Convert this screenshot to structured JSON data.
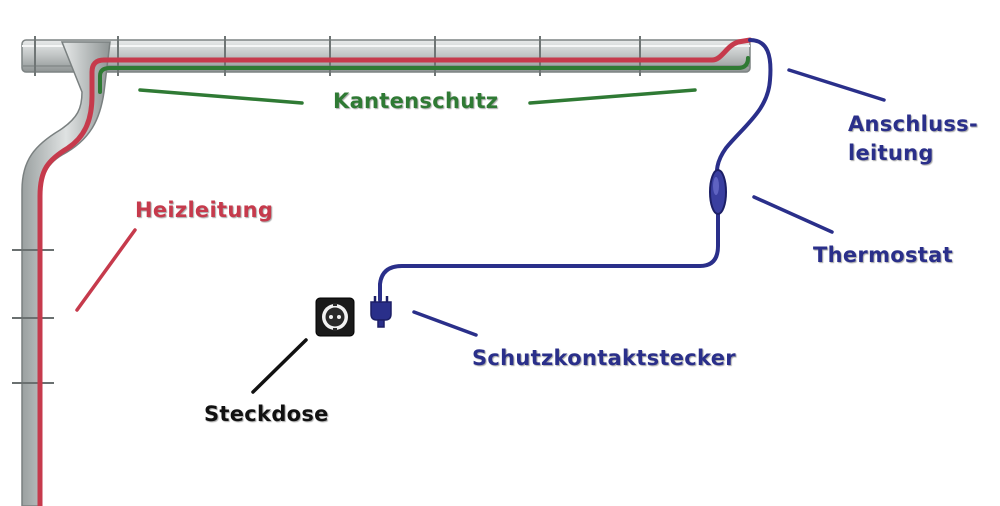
{
  "colors": {
    "heating_cable": "#c63a4c",
    "edge_protection": "#2f7a34",
    "supply_cable": "#2a2f8a",
    "socket_label": "#111111",
    "gutter": "#b9bdbd"
  },
  "icons": {
    "socket": "socket-icon",
    "plug": "plug-icon",
    "thermostat": "thermostat-icon"
  },
  "labels": {
    "kantenschutz": "Kantenschutz",
    "heizleitung": "Heizleitung",
    "anschlussleitung_1": "Anschluss-",
    "anschlussleitung_2": "leitung",
    "thermostat": "Thermostat",
    "schutzkontaktstecker": "Schutzkontaktstecker",
    "steckdose": "Steckdose"
  }
}
